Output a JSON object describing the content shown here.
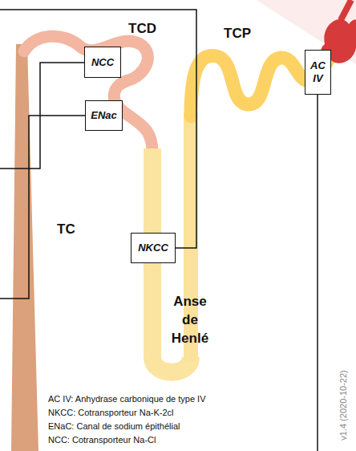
{
  "diagram": {
    "nodes": [
      {
        "text": [
          "NCC"
        ]
      },
      {
        "text": [
          "AC IV"
        ]
      },
      {
        "text": [
          "ENac"
        ]
      },
      {
        "text": [
          "NKCC"
        ]
      }
    ],
    "labels": [
      "TCD",
      "TCP",
      "TC",
      "Anse de Henlé",
      "AC IV: Anhydrase carbonique de type IV",
      "NKCC: Cotransporteur Na-K-2cl",
      "ENaC: Canal de sodium épithélial",
      "NCC: Cotransporteur Na-Cl",
      "v1.4 (2020-10-22)"
    ]
  }
}
